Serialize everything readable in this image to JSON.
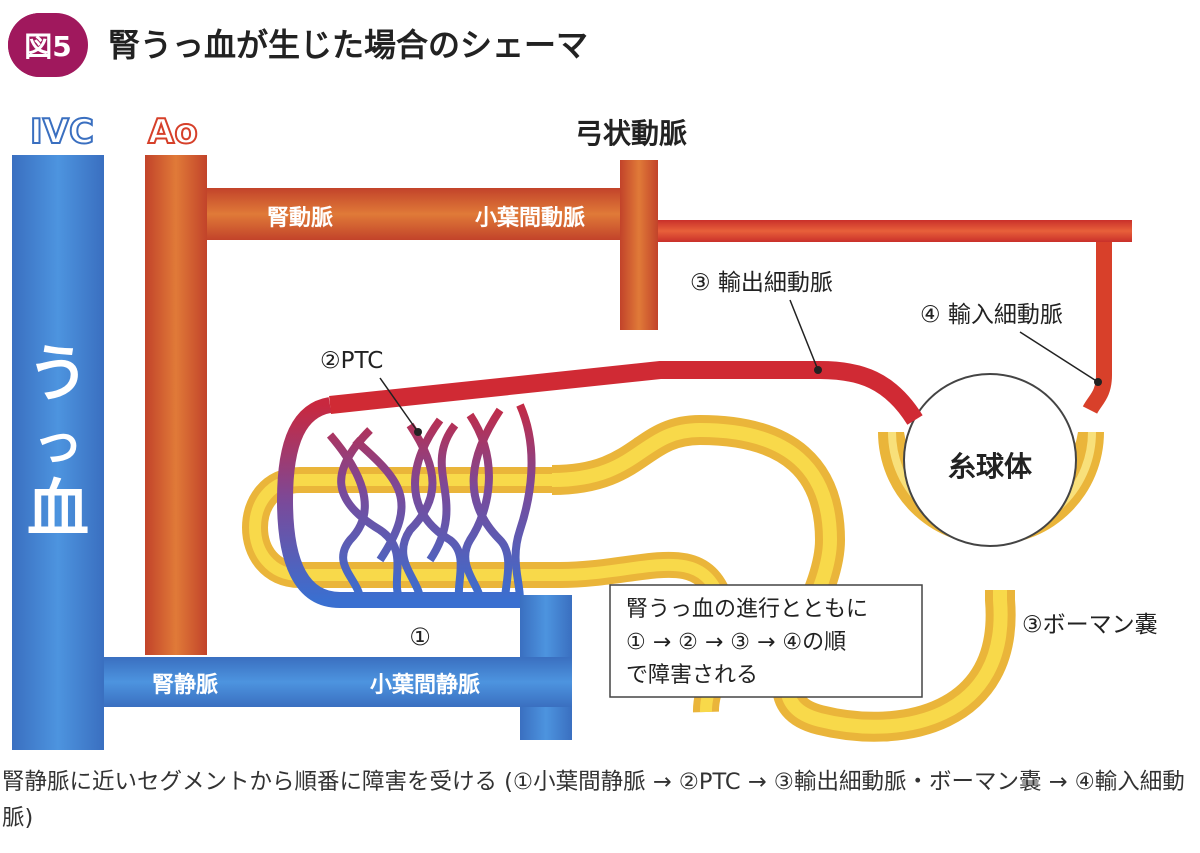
{
  "figure": {
    "badge": "図5",
    "title": "腎うっ血が生じた場合のシェーマ"
  },
  "labels": {
    "ivc": "IVC",
    "ao": "Ao",
    "arcuate_artery": "弓状動脈",
    "renal_artery": "腎動脈",
    "interlobular_artery": "小葉間動脈",
    "efferent_arteriole": "③ 輸出細動脈",
    "afferent_arteriole": "④ 輸入細動脈",
    "ptc": "②PTC",
    "glomerulus": "糸球体",
    "bowman": "③ボーマン嚢",
    "renal_vein": "腎静脈",
    "interlobular_vein": "小葉間静脈",
    "num1": "①",
    "congestion_chars": [
      "う",
      "っ",
      "血"
    ]
  },
  "note": {
    "line1": "腎うっ血の進行とともに",
    "line2": "① → ② → ③ → ④の順",
    "line3": "で障害される"
  },
  "caption": "腎静脈に近いセグメントから順番に障害を受ける (①小葉間静脈 → ②PTC → ③輸出細動脈・ボーマン嚢 → ④輸入細動脈)",
  "colors": {
    "vein_blue": "#3f7fd0",
    "artery_orange": "#d6572a",
    "artery_red": "#d62f2a",
    "tubule_yellow": "#f2c232",
    "badge_magenta": "#a0185d"
  }
}
